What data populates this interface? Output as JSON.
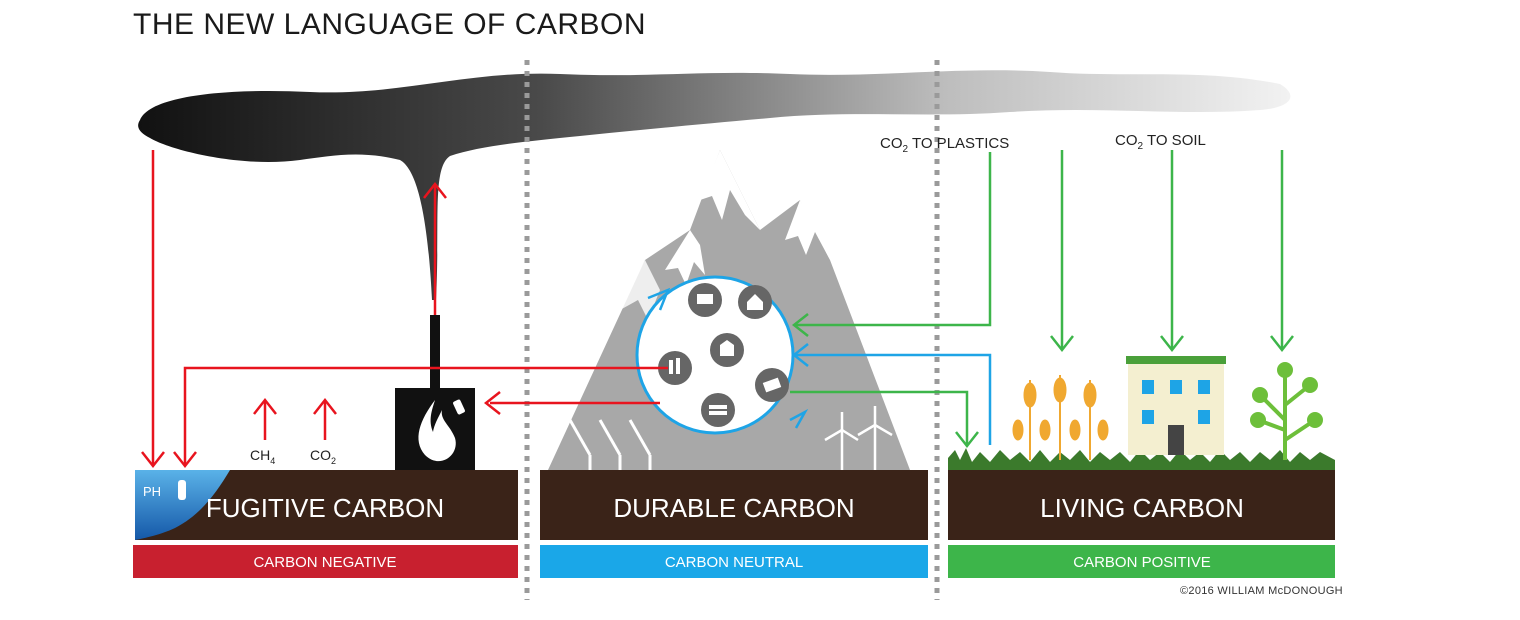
{
  "title": "THE NEW LANGUAGE OF CARBON",
  "co2_to_plastics": {
    "prefix": "CO",
    "sub": "2",
    "rest": " TO PLASTICS"
  },
  "co2_to_soil": {
    "prefix": "CO",
    "sub": "2",
    "rest": " TO SOIL"
  },
  "emissions": {
    "ch4": {
      "prefix": "CH",
      "sub": "4"
    },
    "co2": {
      "prefix": "CO",
      "sub": "2"
    }
  },
  "ph_label": "PH",
  "panels": [
    {
      "title": "FUGITIVE CARBON",
      "band": "CARBON NEGATIVE",
      "band_color": "#c8202f"
    },
    {
      "title": "DURABLE CARBON",
      "band": "CARBON NEUTRAL",
      "band_color": "#1aa7e8"
    },
    {
      "title": "LIVING CARBON",
      "band": "CARBON POSITIVE",
      "band_color": "#3db54a"
    }
  ],
  "colors": {
    "soil": "#3a2318",
    "red_arrow": "#e8141e",
    "blue_arrow": "#1ea4e6",
    "green_arrow": "#3db54a",
    "smoke": "#333333"
  },
  "copyright": "©2016 WILLIAM McDONOUGH"
}
